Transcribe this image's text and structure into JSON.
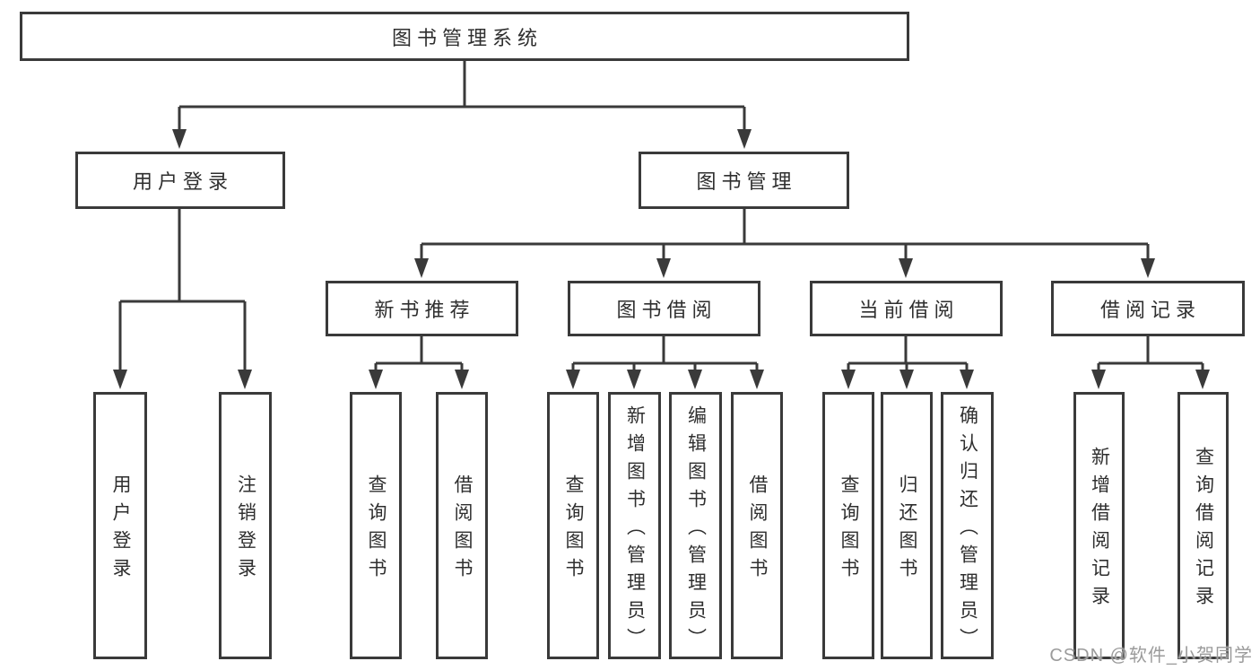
{
  "diagram": {
    "root": {
      "label": "图书管理系统"
    },
    "branches": [
      {
        "label": "用户登录",
        "children": [
          {
            "label": "用户登录"
          },
          {
            "label": "注销登录"
          }
        ]
      },
      {
        "label": "图书管理",
        "children": [
          {
            "label": "新书推荐",
            "children": [
              {
                "label": "查询图书"
              },
              {
                "label": "借阅图书"
              }
            ]
          },
          {
            "label": "图书借阅",
            "children": [
              {
                "label": "查询图书"
              },
              {
                "label": "新增图书（管理员）"
              },
              {
                "label": "编辑图书（管理员）"
              },
              {
                "label": "借阅图书"
              }
            ]
          },
          {
            "label": "当前借阅",
            "children": [
              {
                "label": "查询图书"
              },
              {
                "label": "归还图书"
              },
              {
                "label": "确认归还（管理员）"
              }
            ]
          },
          {
            "label": "借阅记录",
            "children": [
              {
                "label": "新增借阅记录"
              },
              {
                "label": "查询借阅记录"
              }
            ]
          }
        ]
      }
    ]
  },
  "watermark": {
    "text": "CSDN @软件_小贺同学"
  },
  "colors": {
    "line": "#3a3a3a",
    "box_border": "#3a3a3a",
    "text": "#2f2f2f",
    "watermark": "#9b9b9b",
    "background": "#ffffff"
  }
}
